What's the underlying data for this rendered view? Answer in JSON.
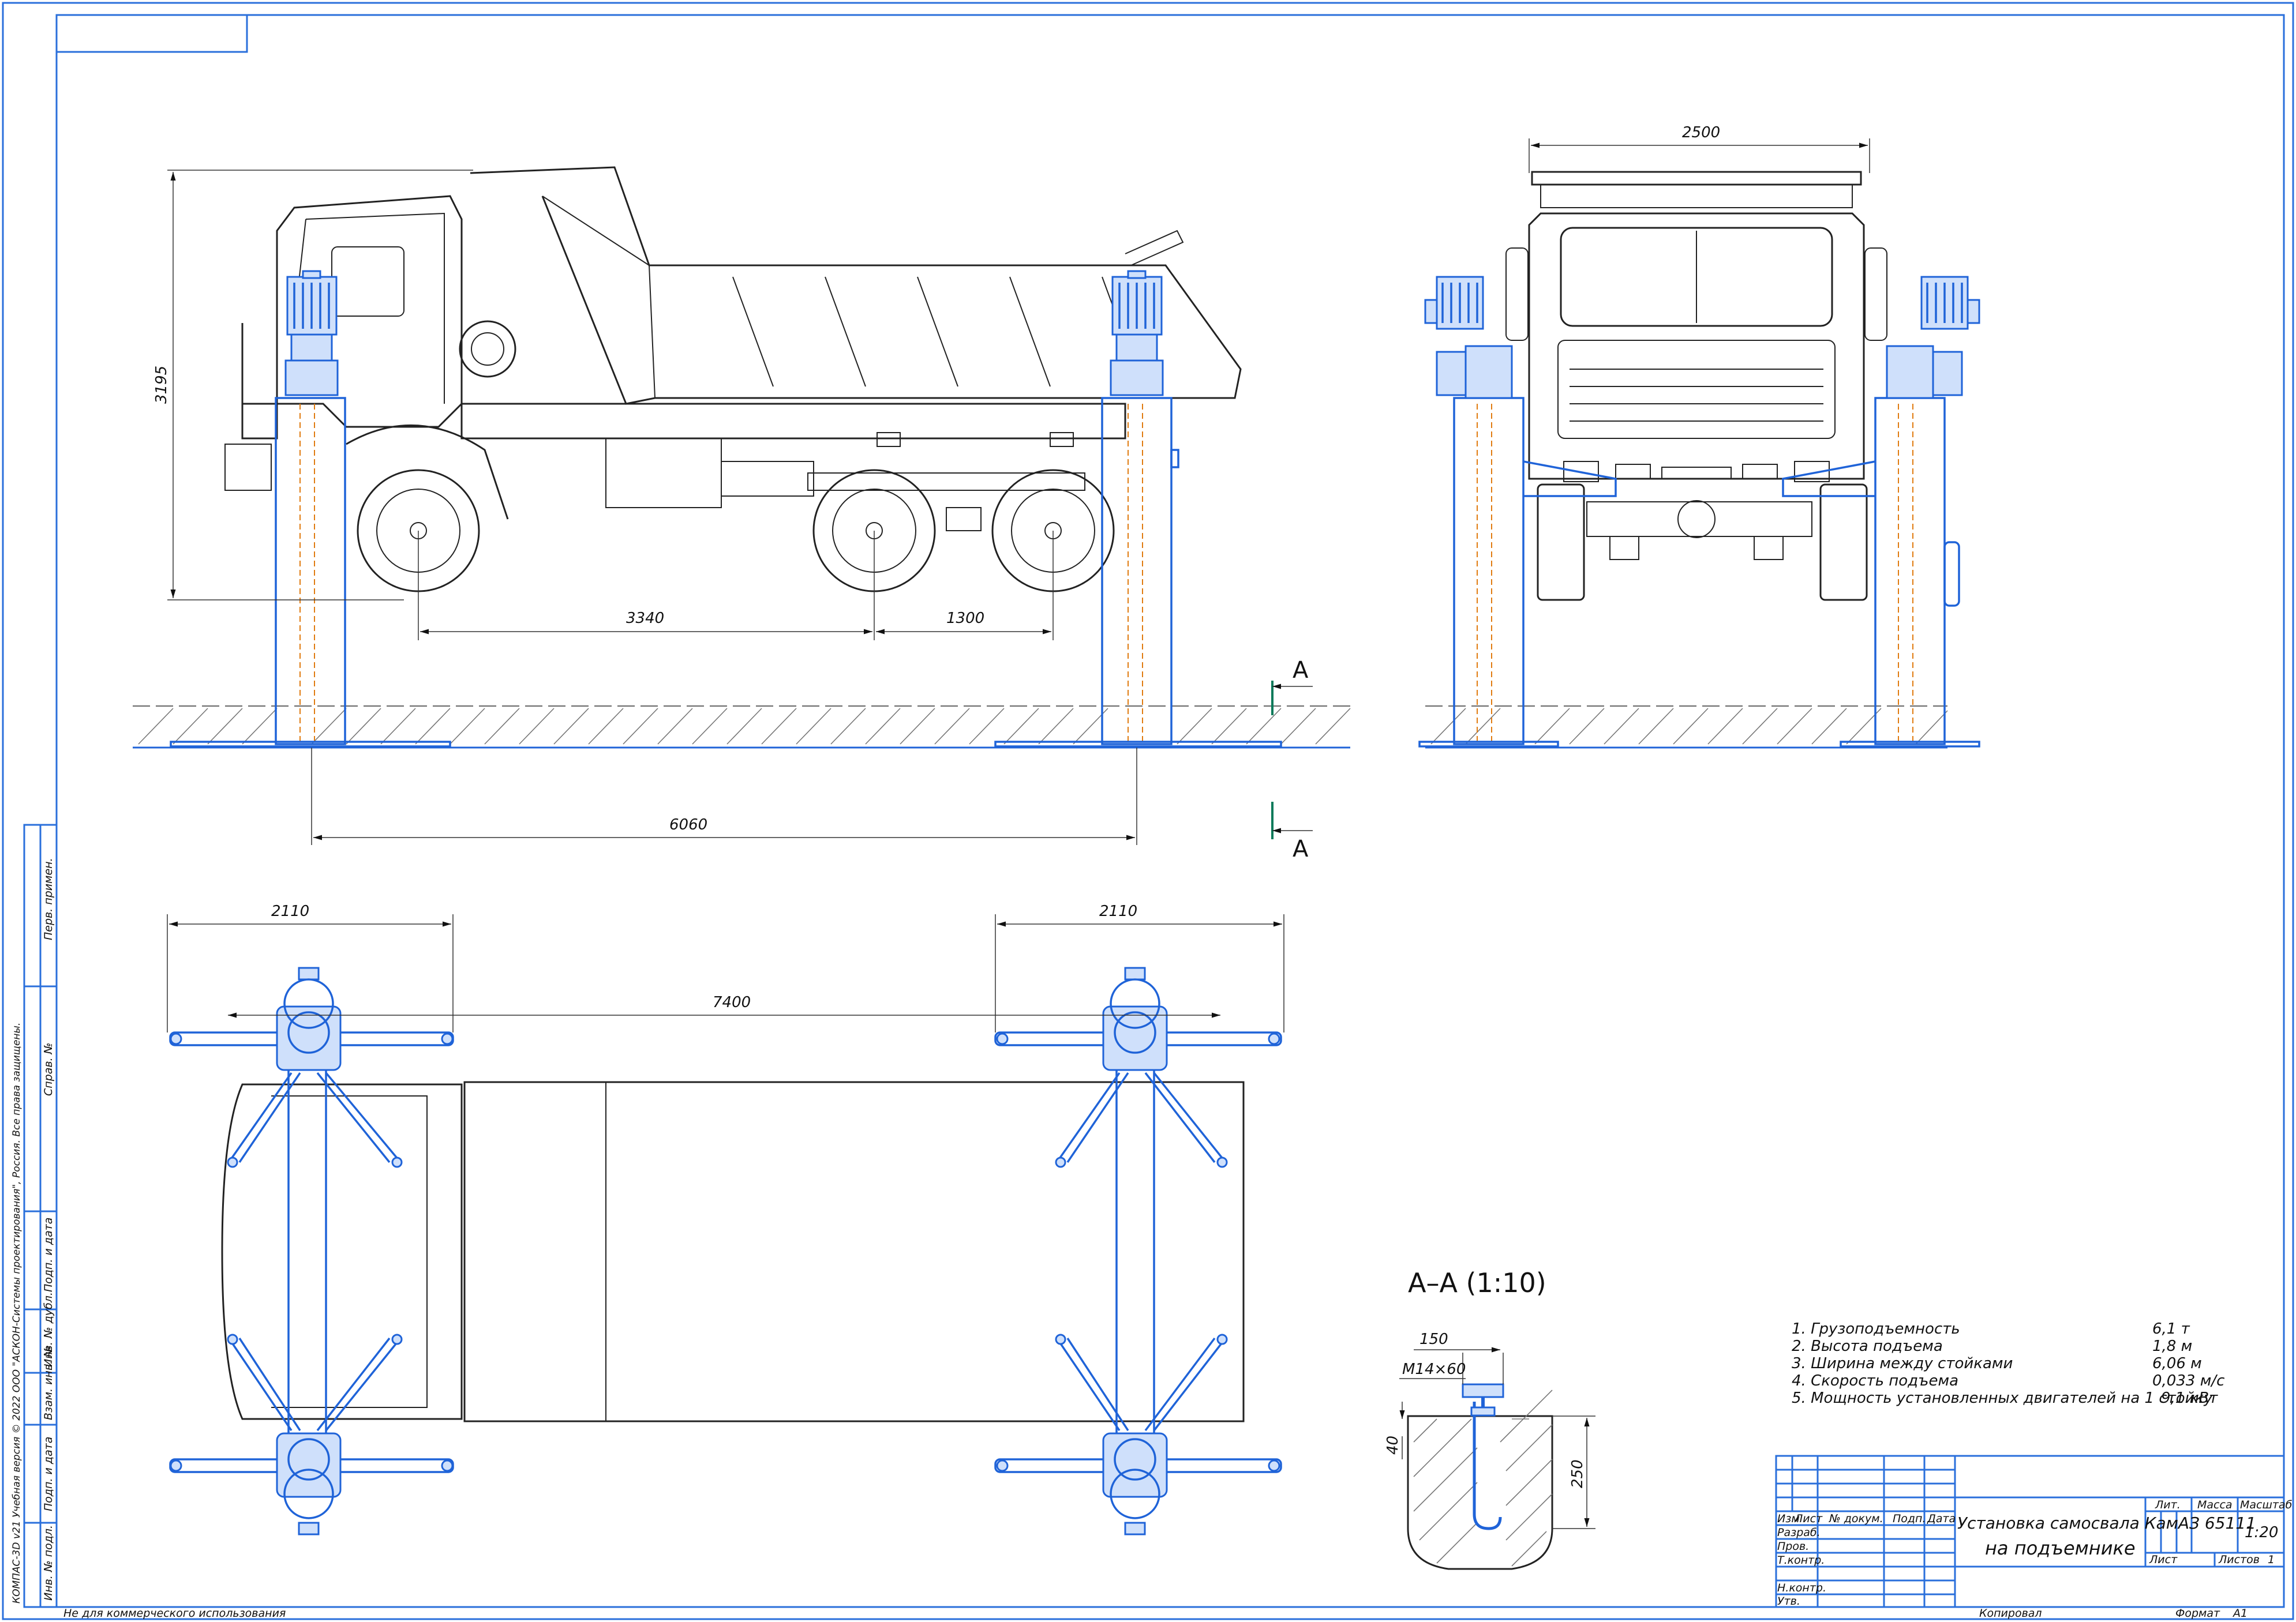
{
  "dimensions": {
    "side_height": "3195",
    "wheelbase_front": "3340",
    "wheelbase_rear": "1300",
    "post_distance_side": "6060",
    "front_width": "2500",
    "plan_left": "2110",
    "plan_right": "2110",
    "plan_total": "7400",
    "section_w": "150",
    "section_bolt": "M14×60",
    "section_top": "40",
    "section_depth": "250"
  },
  "section": {
    "marker_top": "А",
    "marker_bottom": "А",
    "title": "А–А (1:10)"
  },
  "specs": [
    {
      "label": "1. Грузоподъемность",
      "value": "6,1 т"
    },
    {
      "label": "2. Высота подъема",
      "value": "1,8 м"
    },
    {
      "label": "3. Ширина между стойками",
      "value": "6,06 м"
    },
    {
      "label": "4. Скорость подъема",
      "value": "0,033 м/с"
    },
    {
      "label": "5. Мощность установленных двигателей на 1 стойку",
      "value": "9,1 кВт"
    }
  ],
  "title_block": {
    "title_line1": "Установка самосвала КамАЗ 65111",
    "title_line2": "на подъемнике",
    "col_izm": "Изм",
    "col_list": "Лист",
    "col_doc": "№ докум.",
    "col_sign": "Подп.",
    "col_date": "Дата",
    "row_razrab": "Разраб.",
    "row_prov": "Пров.",
    "row_tkontr": "Т.контр.",
    "row_nkontr": "Н.контр.",
    "row_utv": "Утв.",
    "lit": "Лит.",
    "mass": "Масса",
    "scale_label": "Масштаб",
    "scale_value": "1:20",
    "sheet_label": "Лист",
    "sheets_label": "Листов",
    "sheets_value": "1",
    "copied": "Копировал",
    "format_label": "Формат",
    "format_value": "А1"
  },
  "side_stamps": {
    "perv_primen": "Перв. примен.",
    "sprav": "Справ. №",
    "podp_data1": "Подп. и дата",
    "inv_dubl": "Инв. № дубл.",
    "vzam_inv": "Взам. инв. №",
    "podp_data2": "Подп. и дата",
    "inv_podl": "Инв. № подл."
  },
  "footer": {
    "noncommercial": "Не для коммерческого использования",
    "copyright": "КОМПАС-3D v21 Учебная версия © 2022 ООО \"АСКОН-Системы проектирования\", Россия. Все права защищены."
  },
  "colors": {
    "frame": "#2a6fdb",
    "lift": "#1f63d8",
    "outline": "#222222"
  }
}
